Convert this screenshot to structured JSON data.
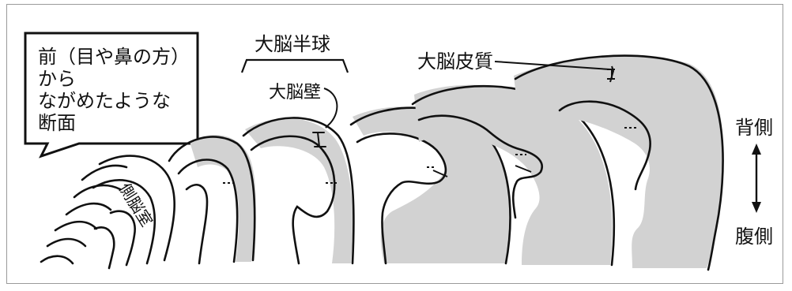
{
  "callout": {
    "line1": "前（目や鼻の方）",
    "line2": "から",
    "line3": "ながめたような",
    "line4": "断面"
  },
  "labels": {
    "hemisphere": "大脳半球",
    "wall": "大脳壁",
    "cortex": "大脳皮質",
    "ventricle": "側脳室",
    "dorsal": "背側",
    "ventral": "腹側"
  },
  "colors": {
    "fill": "#d2d2d2",
    "stroke": "#111111",
    "frame": "#9a9a9a"
  }
}
